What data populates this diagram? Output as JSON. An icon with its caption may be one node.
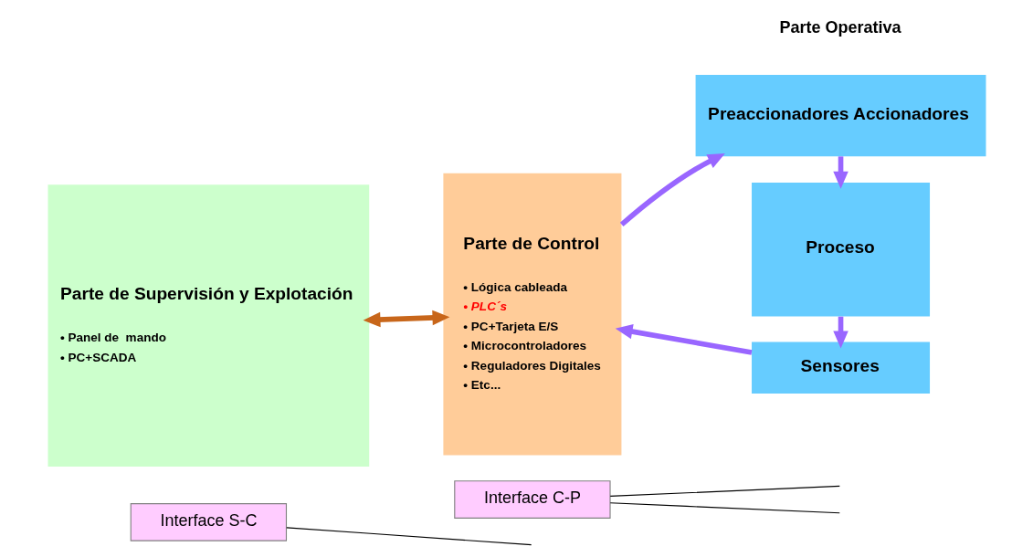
{
  "diagram": {
    "nodes": [
      {
        "text": [
          "Parte de Supervisión y Explotación",
          "• Panel de  mando",
          "• PC+SCADA"
        ]
      },
      {
        "text": [
          "Parte de Control",
          "• Lógica cableada",
          "• PLC´s",
          "• PC+Tarjeta E/S",
          "• Microcontroladores",
          "• Reguladores Digitales",
          "• Etc..."
        ]
      },
      {
        "text": [
          "Preaccionadores Accionadores"
        ]
      },
      {
        "text": [
          "Proceso"
        ]
      },
      {
        "text": [
          "Sensores"
        ]
      },
      {
        "text": [
          "Interface S-C"
        ]
      },
      {
        "text": [
          "Interface C-P"
        ]
      }
    ],
    "edges": [
      {
        "from": 0,
        "to": 1,
        "arrow": "both",
        "color": "#c8661a"
      },
      {
        "from": 1,
        "to": 2,
        "arrow": "to"
      },
      {
        "from": 2,
        "to": 3,
        "arrow": "to"
      },
      {
        "from": 3,
        "to": 4,
        "arrow": "to"
      },
      {
        "from": 4,
        "to": 1,
        "arrow": "to"
      },
      {
        "from": 5,
        "to": null,
        "arrow": "none",
        "color": "#000000"
      },
      {
        "from": 6,
        "to": null,
        "arrow": "none",
        "color": "#000000"
      },
      {
        "from": 6,
        "to": null,
        "arrow": "none",
        "color": "#000000"
      }
    ],
    "labels": [
      "Parte Operativa"
    ]
  }
}
